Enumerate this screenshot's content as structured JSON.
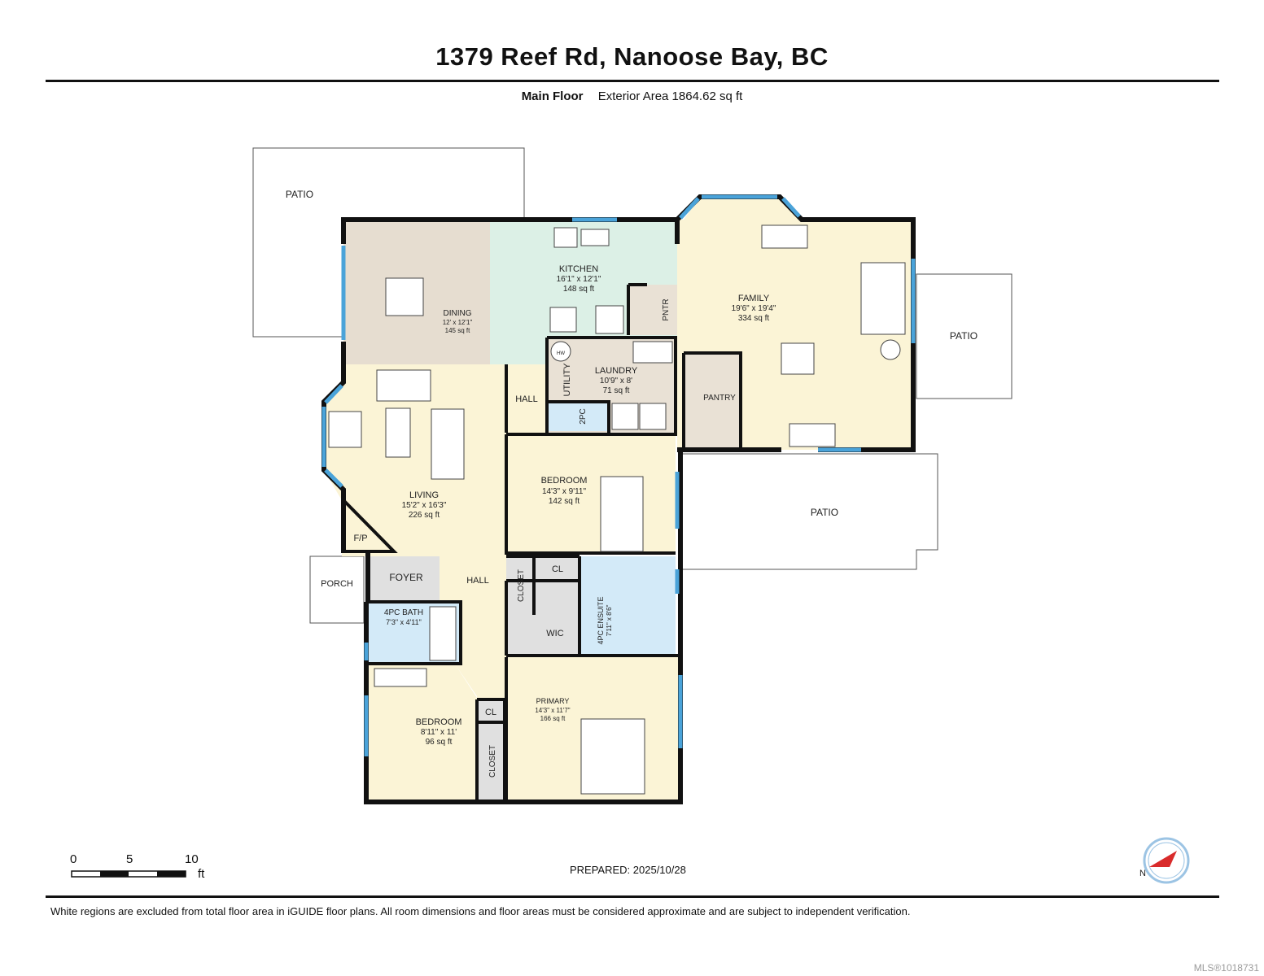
{
  "header": {
    "address": "1379 Reef Rd, Nanoose Bay, BC",
    "floor_label": "Main Floor",
    "area_text": "Exterior Area 1864.62 sq ft"
  },
  "rooms": {
    "patio_nw": "PATIO",
    "patio_e": "PATIO",
    "patio_se": "PATIO",
    "dining": {
      "name": "DINING",
      "dims": "12' x 12'1\"",
      "area": "145 sq ft"
    },
    "kitchen": {
      "name": "KITCHEN",
      "dims": "16'1\" x 12'1\"",
      "area": "148 sq ft"
    },
    "family": {
      "name": "FAMILY",
      "dims": "19'6\" x 19'4\"",
      "area": "334 sq ft"
    },
    "pntr": "PNTR",
    "laundry": {
      "name": "LAUNDRY",
      "dims": "10'9\" x 8'",
      "area": "71 sq ft"
    },
    "utility": "UTILITY",
    "hall_upper": "HALL",
    "two_pc": "2PC",
    "pantry": "PANTRY",
    "living": {
      "name": "LIVING",
      "dims": "15'2\" x 16'3\"",
      "area": "226 sq ft"
    },
    "bedroom_mid": {
      "name": "BEDROOM",
      "dims": "14'3\" x 9'11\"",
      "area": "142 sq ft"
    },
    "fp": "F/P",
    "porch": "PORCH",
    "foyer": "FOYER",
    "hall_lower": "HALL",
    "closet_mid": "CLOSET",
    "cl_mid": "CL",
    "wic": "WIC",
    "ensuite": {
      "name": "4PC ENSUITE",
      "dims": "7'11\" x 8'6\""
    },
    "bath": {
      "name": "4PC BATH",
      "dims": "7'3\" x 4'11\""
    },
    "primary": {
      "name": "PRIMARY",
      "dims": "14'3\" x 11'7\"",
      "area": "166 sq ft"
    },
    "bedroom_sw": {
      "name": "BEDROOM",
      "dims": "8'11\" x 11'",
      "area": "96 sq ft"
    },
    "cl_low": "CL",
    "closet_low": "CLOSET"
  },
  "appliances": {
    "water_heater": "HW"
  },
  "scale": {
    "zero": "0",
    "five": "5",
    "ten": "10",
    "unit": "ft"
  },
  "compass": {
    "north": "N"
  },
  "prepared": "PREPARED: 2025/10/28",
  "footer": "White regions are excluded from total floor area in iGUIDE floor plans. All room dimensions and floor areas must be considered approximate and are subject to independent verification.",
  "mls": "MLS®1018731",
  "colors": {
    "dining": "#e6ddd0",
    "kitchen": "#dcf0e6",
    "warm": "#fbf4d6",
    "laundry": "#e9e1d5",
    "bath": "#d3eaf8",
    "grey": "#e0e0e0",
    "window": "#4aa3d9",
    "wall": "#111111"
  }
}
